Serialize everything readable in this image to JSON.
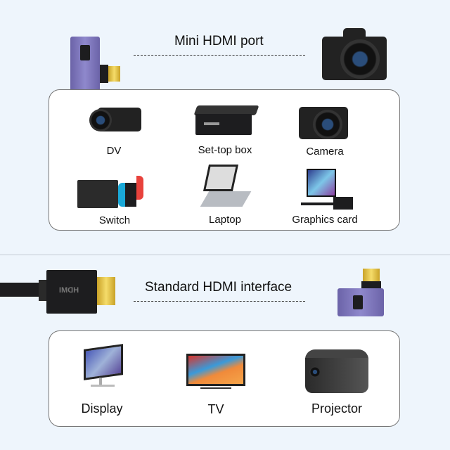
{
  "top_section": {
    "heading": "Mini HDMI port",
    "devices": [
      {
        "label": "DV",
        "icon": "camcorder-icon"
      },
      {
        "label": "Set-top box",
        "icon": "set-top-box-icon"
      },
      {
        "label": "Camera",
        "icon": "camera-icon"
      },
      {
        "label": "Switch",
        "icon": "game-console-icon"
      },
      {
        "label": "Laptop",
        "icon": "laptop-icon"
      },
      {
        "label": "Graphics card",
        "icon": "gaming-pc-icon"
      }
    ]
  },
  "bottom_section": {
    "heading": "Standard HDMI interface",
    "cable_logo": "HDMI",
    "devices": [
      {
        "label": "Display",
        "icon": "monitor-icon"
      },
      {
        "label": "TV",
        "icon": "tv-icon"
      },
      {
        "label": "Projector",
        "icon": "projector-icon"
      }
    ]
  },
  "colors": {
    "background": "#eef5fc",
    "adapter": "#7d76bd",
    "gold": "#e6c54a"
  }
}
